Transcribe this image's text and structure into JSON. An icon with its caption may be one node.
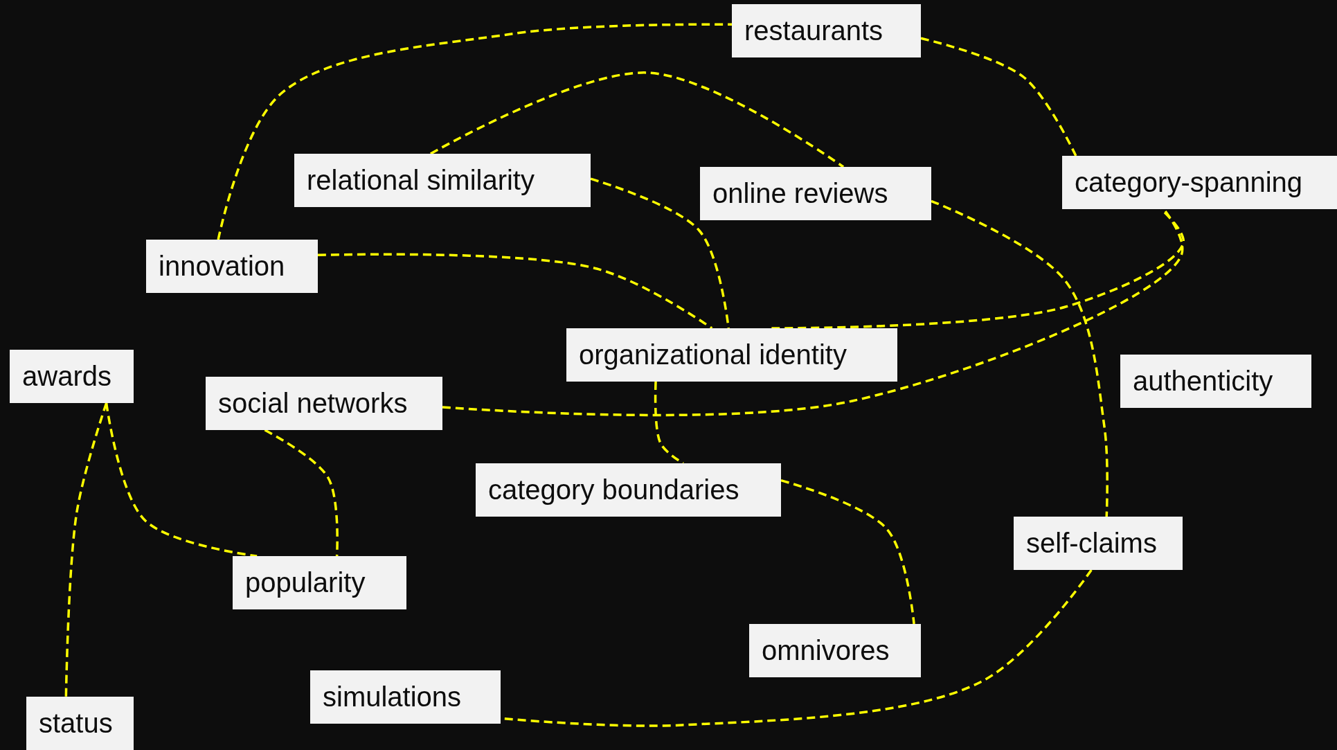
{
  "diagram": {
    "nodes": [
      {
        "text": [
          "restaurants"
        ]
      },
      {
        "text": [
          "relational similarity"
        ]
      },
      {
        "text": [
          "online reviews"
        ]
      },
      {
        "text": [
          "category-spanning"
        ]
      },
      {
        "text": [
          "innovation"
        ]
      },
      {
        "text": [
          "organizational identity"
        ]
      },
      {
        "text": [
          "awards"
        ]
      },
      {
        "text": [
          "social networks"
        ]
      },
      {
        "text": [
          "authenticity"
        ]
      },
      {
        "text": [
          "category boundaries"
        ]
      },
      {
        "text": [
          "self-claims"
        ]
      },
      {
        "text": [
          "popularity"
        ]
      },
      {
        "text": [
          "omnivores"
        ]
      },
      {
        "text": [
          "simulations"
        ]
      },
      {
        "text": [
          "status"
        ]
      }
    ],
    "edges": [
      {
        "from": 4,
        "to": 0,
        "arrow": "none",
        "style": "dashed"
      },
      {
        "from": 0,
        "to": 3,
        "arrow": "none",
        "style": "dashed"
      },
      {
        "from": 1,
        "to": 2,
        "arrow": "none",
        "style": "dashed"
      },
      {
        "from": 1,
        "to": 5,
        "arrow": "none",
        "style": "dashed"
      },
      {
        "from": 4,
        "to": 5,
        "arrow": "none",
        "style": "dashed"
      },
      {
        "from": 5,
        "to": 3,
        "arrow": "none",
        "style": "dashed"
      },
      {
        "from": 7,
        "to": 3,
        "arrow": "none",
        "style": "dashed"
      },
      {
        "from": 2,
        "to": 10,
        "arrow": "none",
        "style": "dashed"
      },
      {
        "from": 5,
        "to": 9,
        "arrow": "none",
        "style": "dashed"
      },
      {
        "from": 9,
        "to": 12,
        "arrow": "none",
        "style": "dashed"
      },
      {
        "from": 6,
        "to": 14,
        "arrow": "none",
        "style": "dashed"
      },
      {
        "from": 6,
        "to": 11,
        "arrow": "none",
        "style": "dashed"
      },
      {
        "from": 7,
        "to": 11,
        "arrow": "none",
        "style": "dashed"
      },
      {
        "from": 10,
        "to": 13,
        "arrow": "none",
        "style": "dashed"
      }
    ]
  }
}
